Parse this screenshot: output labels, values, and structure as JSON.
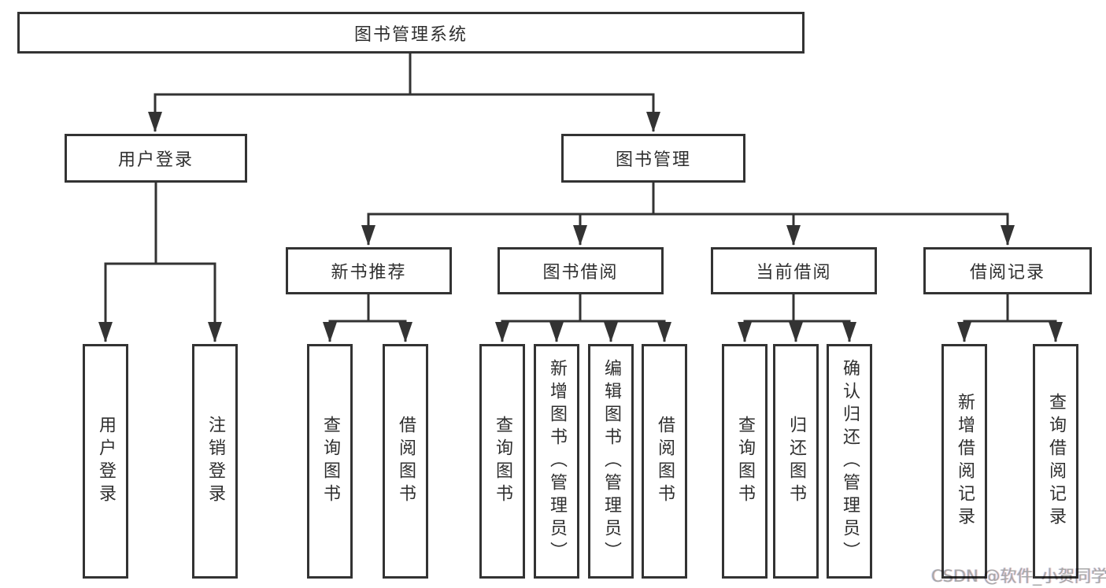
{
  "watermark": "CSDN @软件_小贺同学",
  "colors": {
    "line": "#333333",
    "text": "#2f2f2f",
    "box_bg": "#ffffff",
    "watermark": "#a7a7a7"
  },
  "tree": {
    "label": "图书管理系统",
    "children": [
      {
        "label": "用户登录",
        "children": [
          {
            "label": "用户登录"
          },
          {
            "label": "注销登录"
          }
        ]
      },
      {
        "label": "图书管理",
        "children": [
          {
            "label": "新书推荐",
            "children": [
              {
                "label": "查询图书"
              },
              {
                "label": "借阅图书"
              }
            ]
          },
          {
            "label": "图书借阅",
            "children": [
              {
                "label": "查询图书"
              },
              {
                "label": "新增图书（管理员）"
              },
              {
                "label": "编辑图书（管理员）"
              },
              {
                "label": "借阅图书"
              }
            ]
          },
          {
            "label": "当前借阅",
            "children": [
              {
                "label": "查询图书"
              },
              {
                "label": "归还图书"
              },
              {
                "label": "确认归还（管理员）"
              }
            ]
          },
          {
            "label": "借阅记录",
            "children": [
              {
                "label": "新增借阅记录"
              },
              {
                "label": "查询借阅记录"
              }
            ]
          }
        ]
      }
    ]
  }
}
